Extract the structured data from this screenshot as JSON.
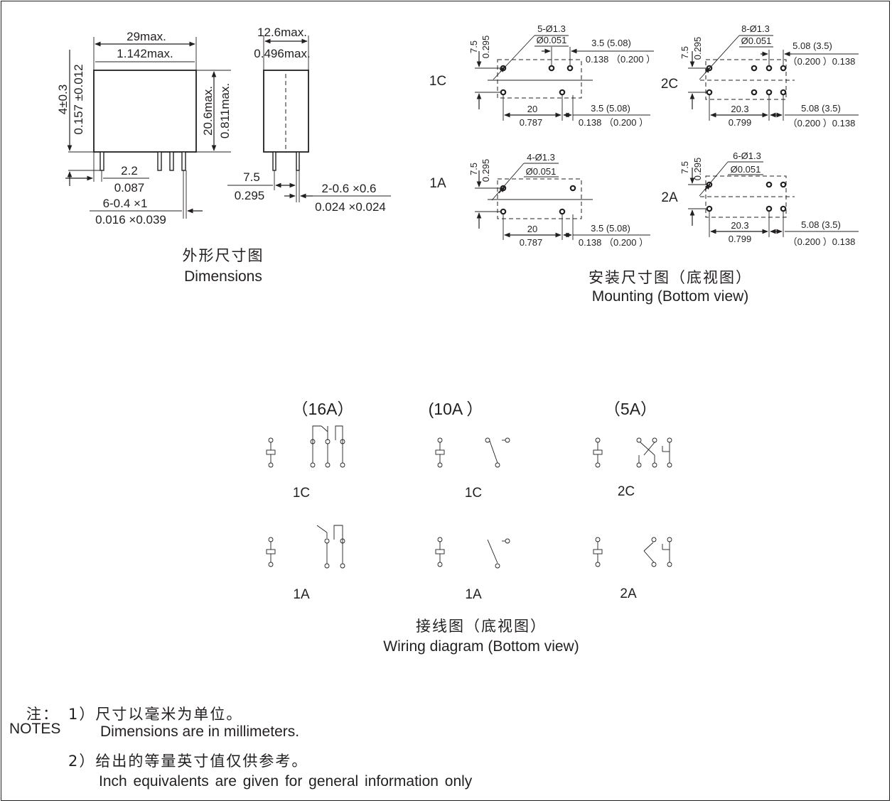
{
  "dimensions": {
    "width_mm": "29max.",
    "width_in": "1.142max.",
    "depth_mm": "12.6max.",
    "depth_in": "0.496max.",
    "height_mm": "20.6max.",
    "height_in": "0.811max.",
    "pin_len_mm": "4±0.3",
    "pin_len_in": "0.157 ±0.012",
    "pin_off_mm": "2.2",
    "pin_off_in": "0.087",
    "pin_size_mm": "6-0.4 ×1",
    "pin_size_in": "0.016 ×0.039",
    "row_gap_mm": "7.5",
    "row_gap_in": "0.295",
    "side_pin_mm": "2-0.6 ×0.6",
    "side_pin_in": "0.024 ×0.024",
    "caption_cn": "外形尺寸图",
    "caption_en": "Dimensions"
  },
  "mounting": {
    "caption_cn": "安装尺寸图（底视图）",
    "caption_en": "Mounting (Bottom view)",
    "row_mm": "7.5",
    "row_in": "0.295",
    "dia_in": "Ø0.051",
    "c1": {
      "label": "1C",
      "holes": "5-Ø1.3",
      "top_mm": "3.5 (5.08)",
      "top_in": "0.138 （0.200 ）",
      "span_mm": "20",
      "span_in": "0.787",
      "bot_mm": "3.5 (5.08)",
      "bot_in": "0.138 （0.200 ）"
    },
    "c2": {
      "label": "2C",
      "holes": "8-Ø1.3",
      "top_mm": "5.08 (3.5)",
      "top_in": "（0.200 ）0.138",
      "span_mm": "20.3",
      "span_in": "0.799",
      "bot_mm": "5.08 (3.5)",
      "bot_in": "（0.200 ）0.138"
    },
    "a1": {
      "label": "1A",
      "holes": "4-Ø1.3",
      "span_mm": "20",
      "span_in": "0.787",
      "bot_mm": "3.5 (5.08)",
      "bot_in": "0.138 （0.200 ）"
    },
    "a2": {
      "label": "2A",
      "holes": "6-Ø1.3",
      "span_mm": "20.3",
      "span_in": "0.799",
      "bot_mm": "5.08 (3.5)",
      "bot_in": "（0.200 ）0.138"
    }
  },
  "wiring": {
    "head_16a": "（16A）",
    "head_10a": "(10A ）",
    "head_5a": "（5A）",
    "w16_1c": "1C",
    "w10_1c": "1C",
    "w5_2c": "2C",
    "w16_1a": "1A",
    "w10_1a": "1A",
    "w5_2a": "2A",
    "caption_cn": "接线图（底视图）",
    "caption_en": "Wiring diagram (Bottom view)"
  },
  "notes": {
    "label_cn": "注：",
    "label_en": "NOTES",
    "n1_cn": "1）尺寸以毫米为单位。",
    "n1_en": "Dimensions are in millimeters.",
    "n2_cn": "2）给出的等量英寸值仅供参考。",
    "n2_en": "Inch  equivalents  are given  for  general information  only"
  }
}
